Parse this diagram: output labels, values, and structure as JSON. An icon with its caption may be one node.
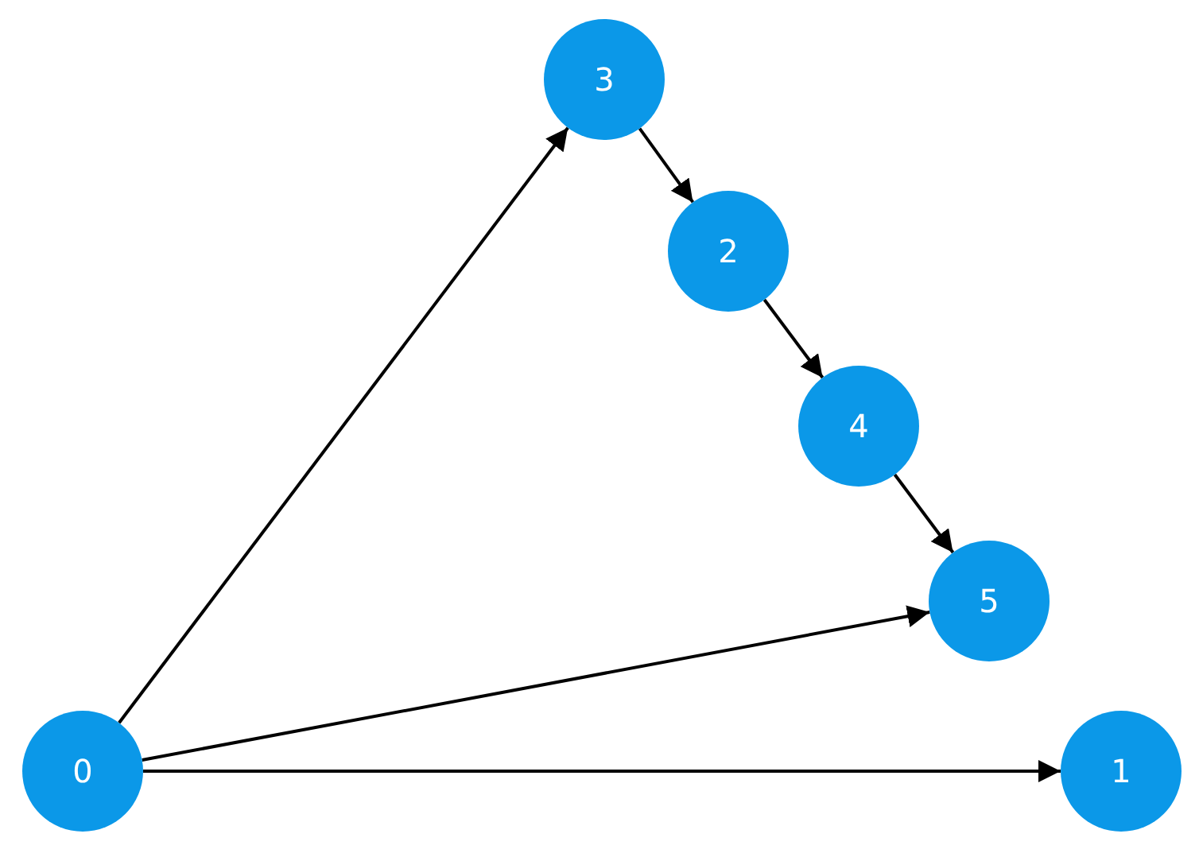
{
  "diagram": {
    "nodes": [
      {
        "text": [
          "3"
        ]
      },
      {
        "text": [
          "2"
        ]
      },
      {
        "text": [
          "4"
        ]
      },
      {
        "text": [
          "5"
        ]
      },
      {
        "text": [
          "0"
        ]
      },
      {
        "text": [
          "1"
        ]
      }
    ],
    "edges": [
      {
        "from": 4,
        "to": 0,
        "arrow": "to"
      },
      {
        "from": 0,
        "to": 1,
        "arrow": "to"
      },
      {
        "from": 1,
        "to": 2,
        "arrow": "to"
      },
      {
        "from": 2,
        "to": 3,
        "arrow": "to"
      },
      {
        "from": 4,
        "to": 3,
        "arrow": "to"
      },
      {
        "from": 4,
        "to": 5,
        "arrow": "to"
      }
    ]
  }
}
